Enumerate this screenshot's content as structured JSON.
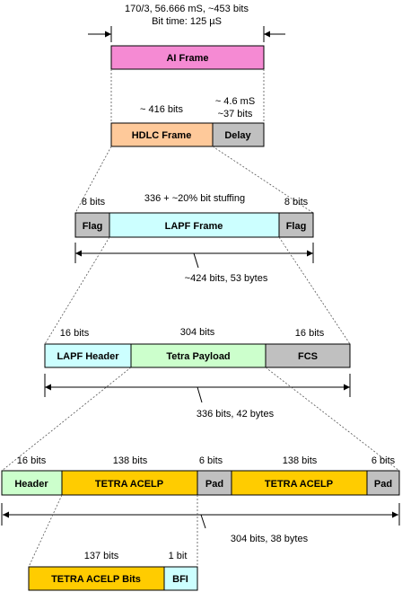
{
  "colors": {
    "pink": "#f58ad3",
    "peach": "#fec99a",
    "gray": "#c0c0c0",
    "cyan": "#ccffff",
    "green": "#ccffcc",
    "gold": "#ffcc00"
  },
  "top": {
    "line1": "170/3, 56.666 mS, ~453 bits",
    "line2": "Bit time: 125 µS"
  },
  "ai_frame": {
    "label": "AI Frame"
  },
  "hdlc": {
    "bits_label": "~ 416 bits",
    "delay_label1": "~ 4.6 mS",
    "delay_label2": "~37 bits",
    "frame_label": "HDLC Frame",
    "delay_box_label": "Delay"
  },
  "lapf": {
    "flag_bits_left": "8 bits",
    "stuffing_label": "336 + ~20% bit stuffing",
    "flag_bits_right": "8 bits",
    "flag_label": "Flag",
    "frame_label": "LAPF Frame",
    "span_label": "~424 bits, 53 bytes"
  },
  "payload": {
    "header_bits": "16 bits",
    "payload_bits": "304 bits",
    "fcs_bits": "16 bits",
    "header_label": "LAPF Header",
    "payload_label": "Tetra Payload",
    "fcs_label": "FCS",
    "span_label": "336 bits, 42 bytes"
  },
  "tetra": {
    "header_bits": "16 bits",
    "acelp1_bits": "138 bits",
    "pad1_bits": "6 bits",
    "acelp2_bits": "138 bits",
    "pad2_bits": "6 bits",
    "header_label": "Header",
    "acelp1_label": "TETRA ACELP",
    "pad1_label": "Pad",
    "acelp2_label": "TETRA ACELP",
    "pad2_label": "Pad",
    "span_label": "304 bits, 38 bytes"
  },
  "acelp_bits": {
    "bits_label": "137 bits",
    "bfi_bits": "1 bit",
    "bits_box_label": "TETRA ACELP Bits",
    "bfi_label": "BFI"
  }
}
